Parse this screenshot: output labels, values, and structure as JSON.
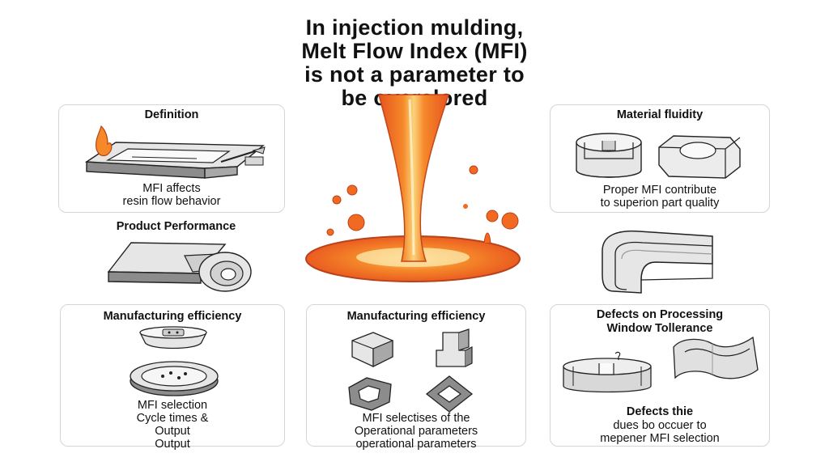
{
  "title": {
    "line1": "In injection mulding,",
    "line2": "Melt Flow Index (MFI)",
    "line3": "is not a parameter to",
    "line4": "be overslored"
  },
  "panels": {
    "definition": {
      "title": "Definition",
      "text": [
        "MFI affects",
        "resin flow behavior"
      ]
    },
    "material_fluidity": {
      "title": "Material fluidity",
      "text": [
        "Proper MFI contribute",
        "to superion part quality"
      ]
    },
    "product_performance": {
      "title": "Product Performance"
    },
    "manufacturing_left": {
      "title": "Manufacturing efficiency",
      "text": [
        "MFI selection",
        "Cycle times &",
        "Output",
        "Output"
      ]
    },
    "manufacturing_center": {
      "title": "Manufacturing efficiency",
      "text": [
        "MFI selectises of the",
        "Operational parameters",
        "operational parameters"
      ]
    },
    "defects": {
      "title_lines": [
        "Defects on Processing",
        "Window Tollerance"
      ],
      "subtitle": "Defects thie",
      "text": [
        "dues bo occuer to",
        "mepener MFI selection"
      ]
    }
  },
  "colors": {
    "melt_dark": "#e8531f",
    "melt_mid": "#f5892a",
    "melt_light": "#fbc65c",
    "metal_light": "#e6e6e6",
    "metal_dark": "#8c8c8c",
    "outline": "#222222"
  }
}
